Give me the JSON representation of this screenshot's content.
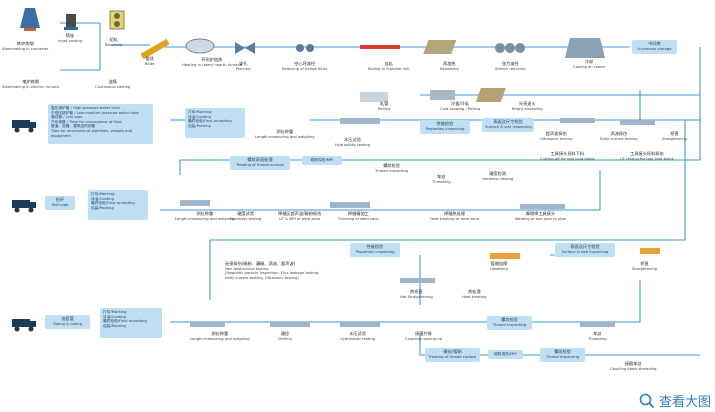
{
  "raw_steps": [
    {
      "zh": "转炉炼钢",
      "en": "Steelmaking in converter"
    },
    {
      "zh": "铸锭",
      "en": "Ingot casting"
    },
    {
      "zh": "初轧",
      "en": "Blooming"
    },
    {
      "zh": "电炉炼钢",
      "en": "Steelmaking in electric furnace"
    },
    {
      "zh": "连铸",
      "en": "Continuous casting"
    },
    {
      "zh": "管坯",
      "en": "Billet"
    },
    {
      "zh": "环形炉加热",
      "en": "Heating in rotary hearth furnace"
    },
    {
      "zh": "穿孔",
      "en": "Piercing"
    },
    {
      "zh": "空心坯减径",
      "en": "Reducing of hollow billet"
    },
    {
      "zh": "连轧",
      "en": "Rolling in mandrel mill"
    },
    {
      "zh": "再加热",
      "en": "Reheating"
    },
    {
      "zh": "张力减径",
      "en": "Stretch reducing"
    },
    {
      "zh": "冷却",
      "en": "Cooling on cooler"
    },
    {
      "zh": "中间库",
      "en": "In-process storage"
    },
    {
      "zh": "轧管",
      "en": "Rolling"
    },
    {
      "zh": "冷拔/冷轧",
      "en": "Cold drawing / Rolling"
    },
    {
      "zh": "光亮退火",
      "en": "Bright annealing"
    }
  ],
  "products": {
    "lines": [
      "高压锅炉管 / High-pressure boiler tube",
      "中低压锅炉管 / Low-medium pressure boiler tube",
      "管线管 / Line pipe",
      "汽车用管 / Tube for conveyance of fluid",
      "管道、容器、建筑结构用管",
      "Tube for structures of pipelines, vessels and equipment"
    ]
  },
  "row2": [
    {
      "zh": "矫直",
      "en": "Straightening"
    },
    {
      "zh": "涡流探伤",
      "en": "Eddy current testing"
    },
    {
      "zh": "超声波探伤",
      "en": "Ultrasonic testing"
    },
    {
      "zh": "表面及尺寸检验",
      "en": "Surface & size inspecting"
    },
    {
      "zh": "性能检验",
      "en": "Properties inspecting"
    },
    {
      "zh": "水压试验",
      "en": "Hydrostatic testing"
    },
    {
      "zh": "测长称重",
      "en": "Length-measuring and weighing"
    }
  ],
  "row2_box": {
    "lines": [
      "打印/Marking",
      "涂油/Coating",
      "最终检验/Final accepting",
      "包装/Packing"
    ]
  },
  "row3": [
    {
      "zh": "工具接头坯料下料",
      "en": "Cutting-off for tool joint blank"
    },
    {
      "zh": "工具接头坯料探伤",
      "en": "UT testing for tool joint blank"
    },
    {
      "zh": "硬度检测",
      "en": "Hardness testing"
    },
    {
      "zh": "车丝",
      "en": "Threading"
    },
    {
      "zh": "螺纹检验",
      "en": "Thread inspecting"
    },
    {
      "zh": "磷化/镀铜",
      "en": "Treating of thread surface"
    }
  ],
  "row4": [
    {
      "zh": "摩擦焊工具接头",
      "en": "Welding of tool joint to pipe"
    },
    {
      "zh": "焊缝热处理",
      "en": "Heat treating of weld zone"
    },
    {
      "zh": "焊缝精加工",
      "en": "Finishing of weld zone"
    },
    {
      "zh": "焊缝区超声波/磁粉探伤",
      "en": "UT & MPI of weld zone"
    },
    {
      "zh": "硬度试验",
      "en": "Hardness testing"
    },
    {
      "zh": "测长称重",
      "en": "Length-measuring and weighing"
    }
  ],
  "row4_box": {
    "lines": [
      "打印/Marking",
      "涂油/Coating",
      "最终检验/Final accepting",
      "包装/Packing"
    ]
  },
  "drill_pipe": {
    "zh": "钻杆",
    "en": "Drill pipe"
  },
  "row5": [
    {
      "zh": "表面及尺寸检验",
      "en": "Surface & size inspecting"
    },
    {
      "zh": "矫直",
      "en": "Straightening"
    },
    {
      "zh": "管端加厚",
      "en": "Upsetting"
    },
    {
      "zh": "性能检验",
      "en": "Properties inspecting"
    },
    {
      "zh": "热处理",
      "en": "Heat treating"
    },
    {
      "zh": "热矫直",
      "en": "Hot Straightening"
    }
  ],
  "ndt": {
    "zh": "无损探伤(磁粉、漏磁、涡流、超声波)",
    "en1": "Non-destructive testing",
    "en2": "(Magnetic particle inspection, Flux leakage testing,",
    "en3": "eddy current testing, Ultrasonic testing)"
  },
  "row6": [
    {
      "zh": "车丝",
      "en": "Threading"
    },
    {
      "zh": "螺纹检验",
      "en": "Thread inspecting"
    },
    {
      "zh": "接箍拧接",
      "en": "Coupling making up"
    },
    {
      "zh": "水压试验",
      "en": "Hydrostatic testing"
    },
    {
      "zh": "通径",
      "en": "Drifting"
    },
    {
      "zh": "测长称重",
      "en": "Length-measuring and weighing"
    }
  ],
  "row6_box": {
    "lines": [
      "打印/Marking",
      "涂油/Coating",
      "最终检验/Final accepting",
      "包装/Packing"
    ]
  },
  "tubing": {
    "zh": "油套管",
    "en": "Tubing & casing"
  },
  "row7": [
    {
      "zh": "接箍车丝",
      "en": "Coupling blank threading"
    },
    {
      "zh": "螺纹检验",
      "en": "Thread inspecting"
    },
    {
      "zh": "磷化/镀铜",
      "en": "Treating of thread surface"
    },
    {
      "zh": "磁粉探伤",
      "en": "MPI"
    }
  ],
  "mpi": "磁粉探伤/MPI",
  "mpi2": "磁粉探伤/MPI",
  "thread_treat": {
    "zh": "螺纹表面处理",
    "en": "Treating of thread surface"
  },
  "view_large": "查看大图",
  "colors": {
    "arrow": "#3f9ad6",
    "box": "#bfe0f4",
    "accent": "#2a7fc1"
  }
}
